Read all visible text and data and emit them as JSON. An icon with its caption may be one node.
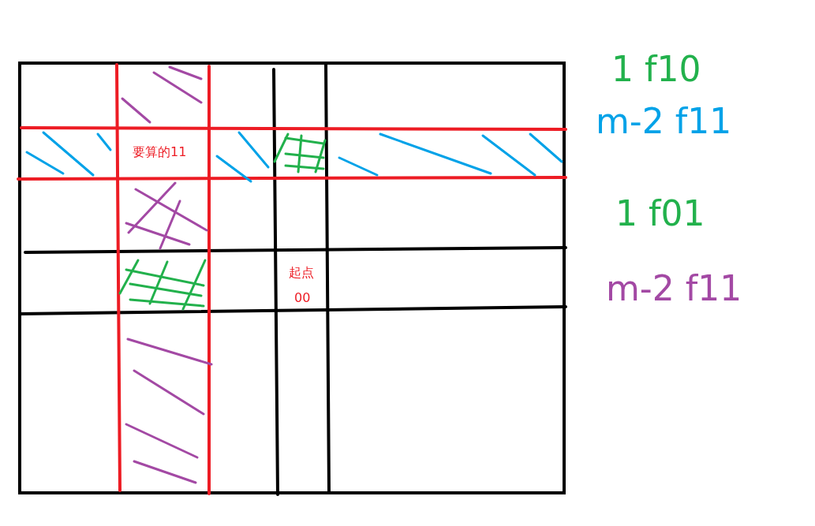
{
  "diagram": {
    "labels": [
      "要算的11",
      "起点",
      "00",
      "1 f10",
      "m-2 f11",
      "1 f01",
      "m-2 f11"
    ]
  }
}
